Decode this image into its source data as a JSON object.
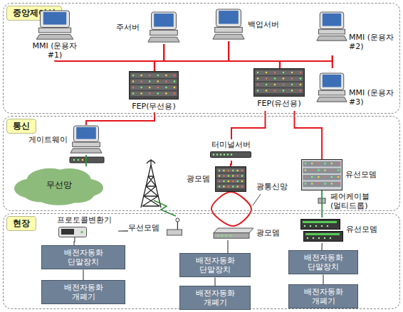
{
  "diagram": {
    "nodes": [
      {
        "text": [
          "중앙제어실"
        ]
      },
      {
        "text": [
          "MMI (운용자#1)"
        ],
        "in": 0
      },
      {
        "text": [
          "주서버"
        ],
        "in": 0
      },
      {
        "text": [
          "백업서버"
        ],
        "in": 0
      },
      {
        "text": [
          "MMI (운용자#2)"
        ],
        "in": 0
      },
      {
        "text": [
          "MMI (운용자#3)"
        ],
        "in": 0
      },
      {
        "text": [
          "FEP(무선용)"
        ],
        "in": 0
      },
      {
        "text": [
          "FEP(유선용)"
        ],
        "in": 0
      },
      {
        "text": [
          "통신"
        ]
      },
      {
        "text": [
          "게이트웨이"
        ],
        "in": 8
      },
      {
        "text": [
          "무선망"
        ],
        "in": 8
      },
      {
        "text": [
          "터미널서버"
        ],
        "in": 8
      },
      {
        "text": [
          "광모뎀"
        ],
        "in": 8
      },
      {
        "text": [
          "유선모뎀"
        ],
        "in": 8
      },
      {
        "text": [
          "현장"
        ]
      },
      {
        "text": [
          "프로토콜변환기"
        ],
        "in": 14
      },
      {
        "text": [
          "무선모뎀"
        ],
        "in": 14
      },
      {
        "text": [
          "광모뎀"
        ],
        "in": 14
      },
      {
        "text": [
          "유선모뎀"
        ],
        "in": 14
      },
      {
        "text": [
          "배전자동화 단말장치"
        ],
        "in": 14
      },
      {
        "text": [
          "배전자동화 단말장치"
        ],
        "in": 14
      },
      {
        "text": [
          "배전자동화 단말장치"
        ],
        "in": 14
      },
      {
        "text": [
          "배전자동화 개폐기"
        ],
        "in": 14
      },
      {
        "text": [
          "배전자동화 개폐기"
        ],
        "in": 14
      },
      {
        "text": [
          "배전자동화 개폐기"
        ],
        "in": 14
      }
    ],
    "edges": [
      {
        "from": 1,
        "to": 6,
        "arrow": "none"
      },
      {
        "from": 6,
        "to": 2,
        "arrow": "none"
      },
      {
        "from": 2,
        "to": 3,
        "arrow": "none"
      },
      {
        "from": 3,
        "to": 7,
        "arrow": "none"
      },
      {
        "from": 7,
        "to": 4,
        "arrow": "none"
      },
      {
        "from": 4,
        "to": 5,
        "arrow": "none"
      },
      {
        "from": 6,
        "to": 9,
        "arrow": "none"
      },
      {
        "from": 9,
        "to": 10,
        "arrow": "none"
      },
      {
        "from": 7,
        "to": 11,
        "arrow": "none"
      },
      {
        "from": 11,
        "to": 12,
        "arrow": "none"
      },
      {
        "from": 12,
        "to": 17,
        "arrow": "none"
      },
      {
        "from": 7,
        "to": 13,
        "arrow": "none"
      },
      {
        "from": 13,
        "to": 18,
        "label": "페어케이블 (멀티드롭)",
        "arrow": "none"
      },
      {
        "from": 15,
        "to": 16,
        "arrow": "none"
      },
      {
        "from": 15,
        "to": 19,
        "arrow": "none"
      },
      {
        "from": 19,
        "to": 22,
        "arrow": "none"
      },
      {
        "from": 17,
        "to": 20,
        "arrow": "none"
      },
      {
        "from": 20,
        "to": 23,
        "arrow": "none"
      },
      {
        "from": 18,
        "to": 21,
        "arrow": "none"
      },
      {
        "from": 21,
        "to": 24,
        "arrow": "none"
      }
    ],
    "labels": [
      "광통신망"
    ]
  }
}
